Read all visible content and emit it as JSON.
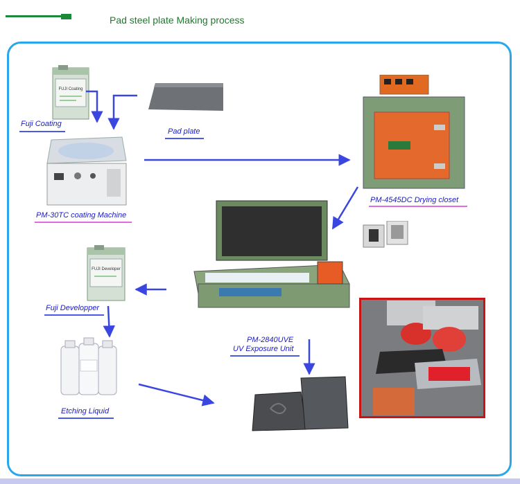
{
  "title": "Pad steel plate Making process",
  "labels": {
    "fuji_coating": "Fuji Coating",
    "pad_plate": "Pad plate",
    "coating_machine": "PM-30TC coating Machine",
    "drying_closet": "PM-4545DC Drying closet",
    "fuji_developper": "Fuji Developper",
    "etching_liquid": "Etching Liquid",
    "exposure_model": "PM-2840UVE",
    "exposure_name": "UV Exposure Unit"
  },
  "product_text": {
    "coating_bottle": "FUJI Coating",
    "developer_bottle": "FUJI Developer"
  },
  "colors": {
    "arrow": "#3a46e0",
    "title": "#1d7a2c",
    "frame": "#2aa7ea",
    "label": "#1a1ac8",
    "underline_blue": "#4a58e6",
    "underline_pink": "#e06be0",
    "photo_border": "#c81414"
  }
}
